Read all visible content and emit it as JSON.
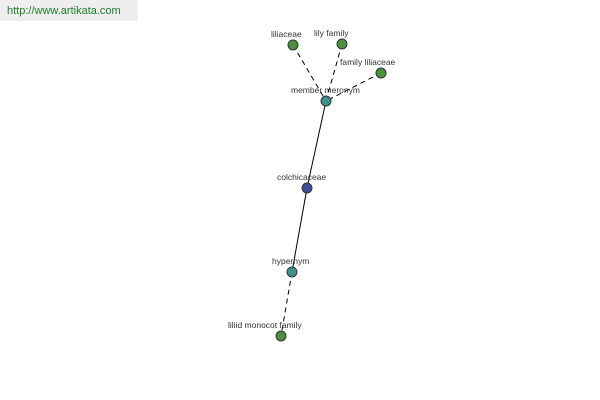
{
  "watermark": {
    "url": "http://www.artikata.com"
  },
  "colors": {
    "leaf_node": "#4b8f3f",
    "relation_node": "#3f8f8a",
    "center_node": "#3f4f9a",
    "edge": "#000000",
    "url_text": "#1f7a2b",
    "url_box": "#eeeeee"
  },
  "graph": {
    "center": {
      "id": "colchicaceae",
      "label": "colchicaceae",
      "kind": "center"
    },
    "relations": [
      {
        "id": "member-meronym",
        "label": "member meronym",
        "kind": "relation"
      },
      {
        "id": "hypernym",
        "label": "hypernym",
        "kind": "relation"
      }
    ],
    "leaves": [
      {
        "id": "liliaceae",
        "label": "liliaceae",
        "kind": "leaf",
        "relation": "member-meronym"
      },
      {
        "id": "lily-family",
        "label": "lily family",
        "kind": "leaf",
        "relation": "member-meronym"
      },
      {
        "id": "family-liliaceae",
        "label": "family liliaceae",
        "kind": "leaf",
        "relation": "member-meronym"
      },
      {
        "id": "liliid-monocot-family",
        "label": "liliid monocot family",
        "kind": "leaf",
        "relation": "hypernym"
      }
    ]
  }
}
